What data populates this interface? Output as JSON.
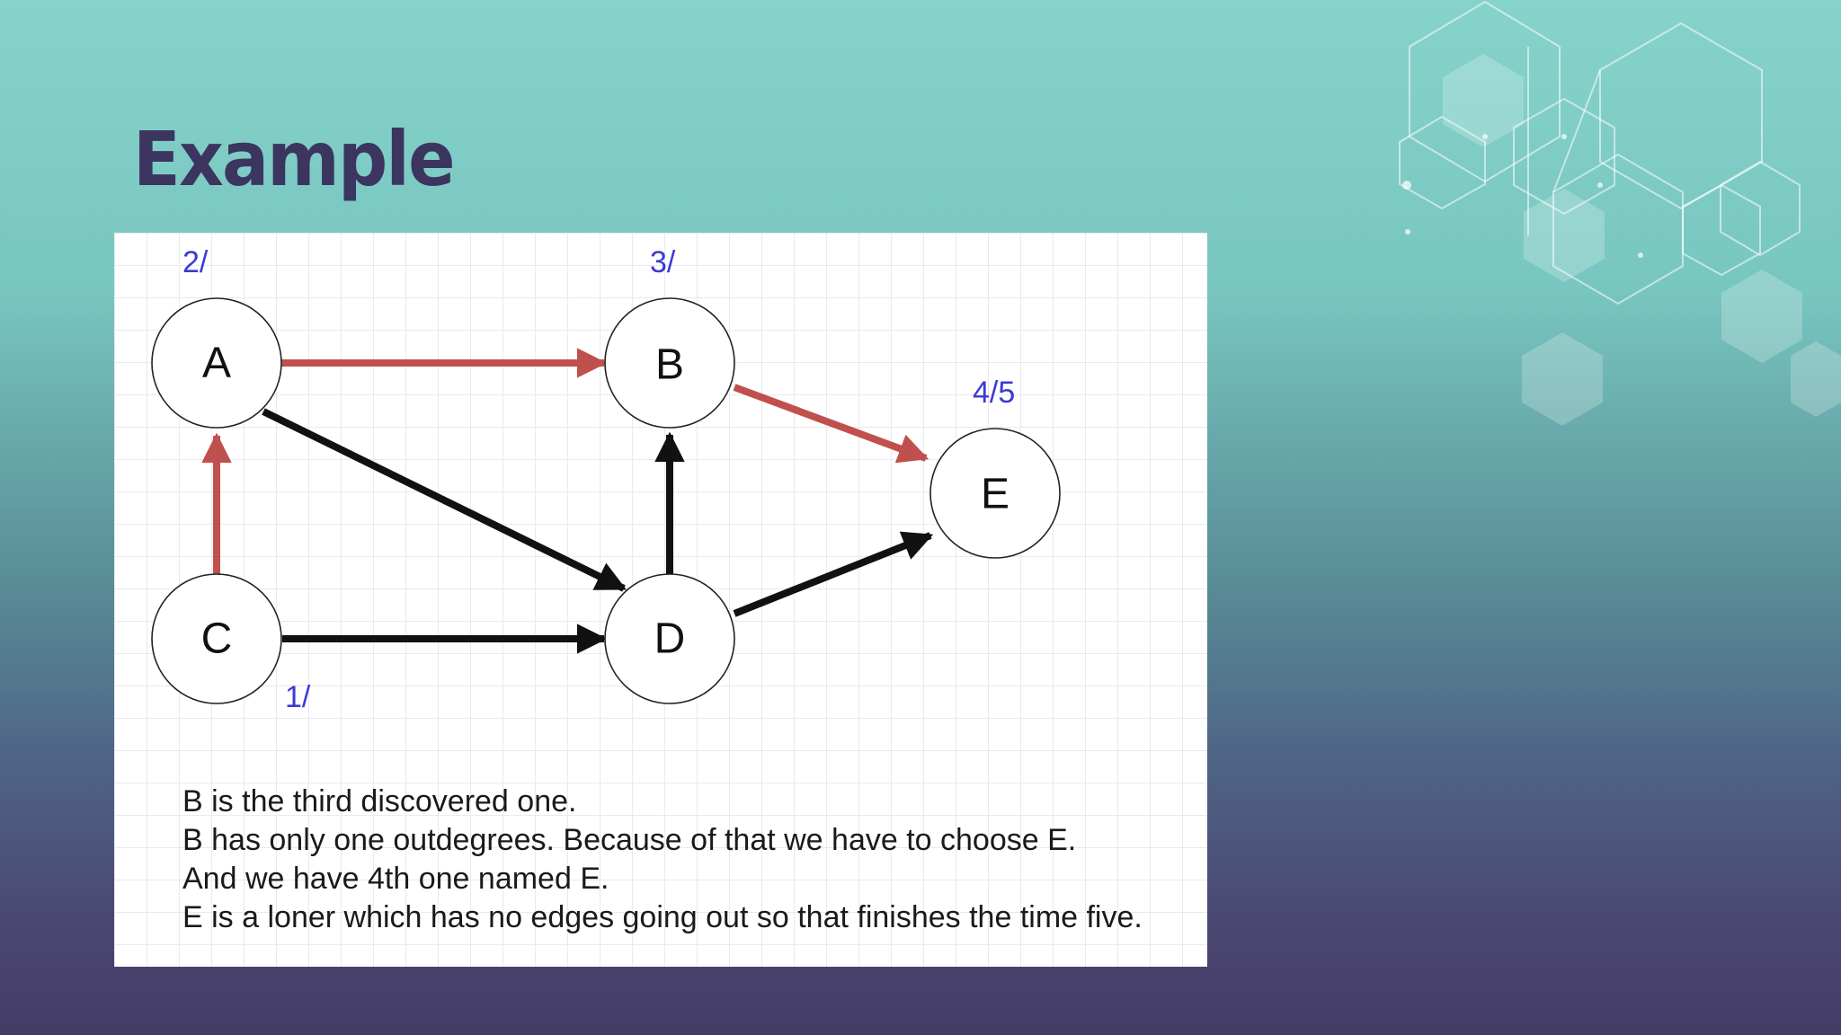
{
  "slide": {
    "title": "Example"
  },
  "graph": {
    "nodes": [
      {
        "id": "A",
        "label": "A",
        "time": "2/"
      },
      {
        "id": "B",
        "label": "B",
        "time": "3/"
      },
      {
        "id": "C",
        "label": "C",
        "time": "1/"
      },
      {
        "id": "D",
        "label": "D",
        "time": ""
      },
      {
        "id": "E",
        "label": "E",
        "time": "4/5"
      }
    ],
    "edges": [
      {
        "from": "A",
        "to": "B",
        "color": "#c0504d"
      },
      {
        "from": "C",
        "to": "A",
        "color": "#c0504d"
      },
      {
        "from": "B",
        "to": "E",
        "color": "#c0504d"
      },
      {
        "from": "A",
        "to": "D",
        "color": "#111111"
      },
      {
        "from": "C",
        "to": "D",
        "color": "#111111"
      },
      {
        "from": "D",
        "to": "B",
        "color": "#111111"
      },
      {
        "from": "D",
        "to": "E",
        "color": "#111111"
      }
    ],
    "time_color": "#3a3ad6",
    "tree_edge_color": "#c0504d"
  },
  "notes": [
    "B is the third discovered one.",
    "B has only one outdegrees. Because of that we have to choose E.",
    "And we have 4th one named E.",
    "E is a loner which has no edges going out so that finishes the time five."
  ]
}
